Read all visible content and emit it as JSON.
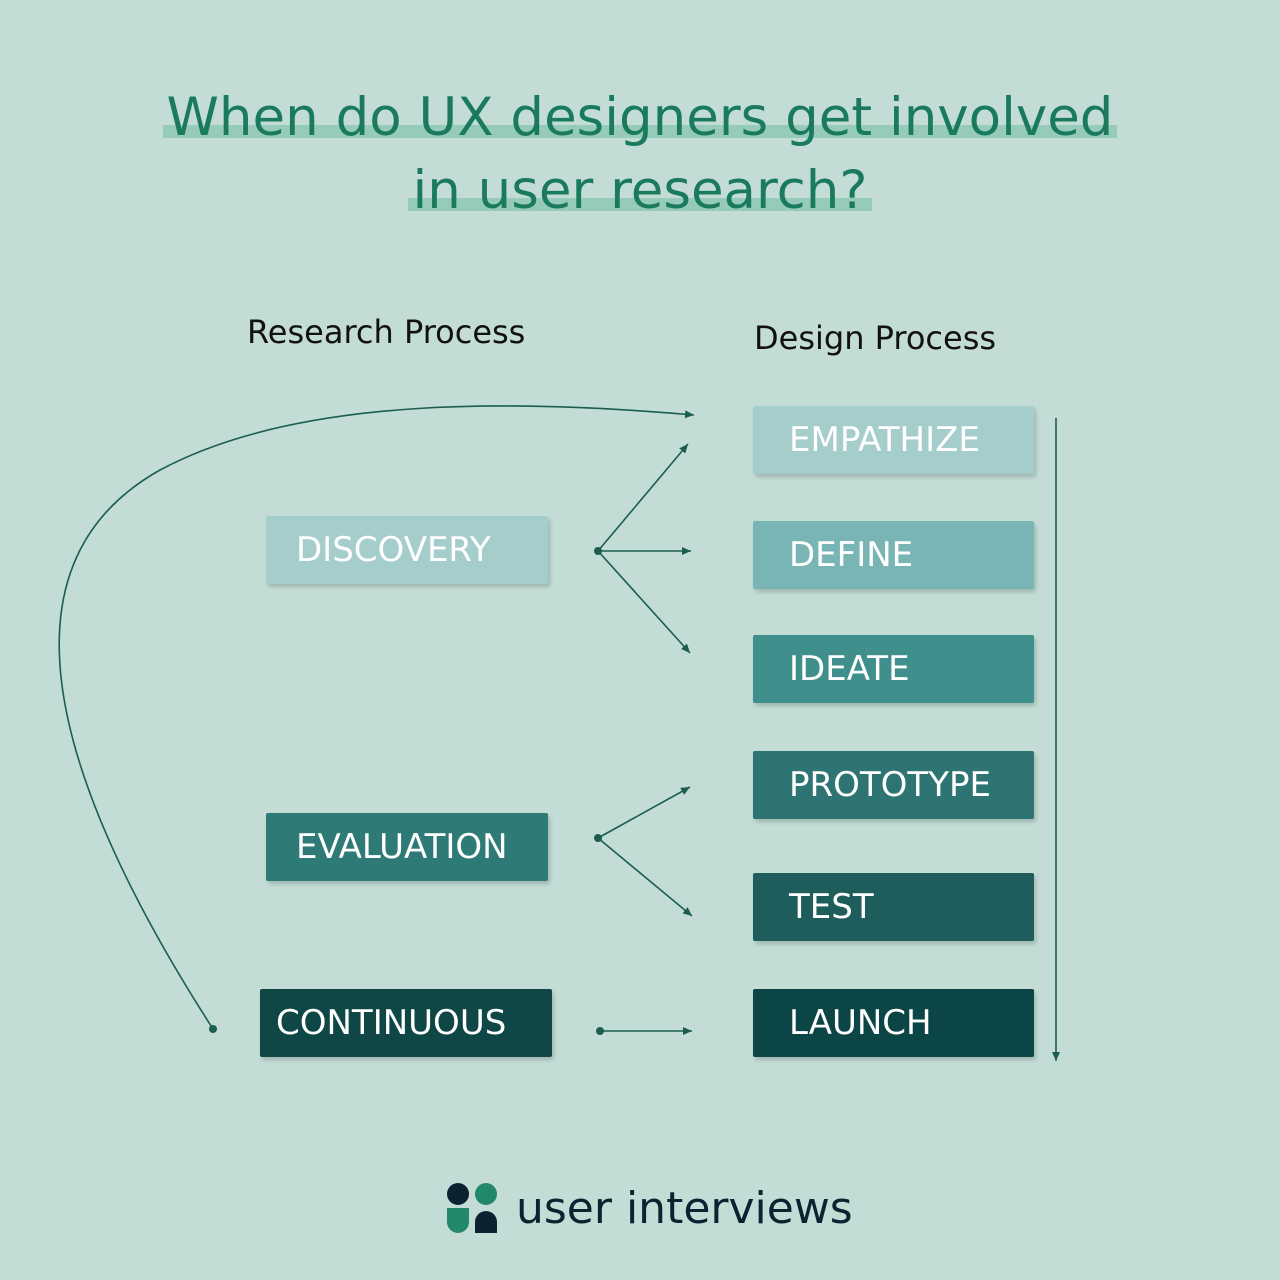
{
  "title": {
    "line1": "When do UX designers get involved",
    "line2": "in user research?"
  },
  "research_process": {
    "heading": "Research Process",
    "stages": [
      {
        "label": "DISCOVERY",
        "bg": "#a5cdcc",
        "fg": "#ffffff"
      },
      {
        "label": "EVALUATION",
        "bg": "#2e7a76",
        "fg": "#ffffff"
      },
      {
        "label": "CONTINUOUS",
        "bg": "#0f4646",
        "fg": "#ffffff"
      }
    ]
  },
  "design_process": {
    "heading": "Design Process",
    "stages": [
      {
        "label": "EMPATHIZE",
        "bg": "#a5cdcc",
        "fg": "#ffffff"
      },
      {
        "label": "DEFINE",
        "bg": "#7ab5b5",
        "fg": "#ffffff"
      },
      {
        "label": "IDEATE",
        "bg": "#3f8f8d",
        "fg": "#ffffff"
      },
      {
        "label": "PROTOTYPE",
        "bg": "#2e7472",
        "fg": "#ffffff"
      },
      {
        "label": "TEST",
        "bg": "#1e5d5b",
        "fg": "#ffffff"
      },
      {
        "label": "LAUNCH",
        "bg": "#0c4545",
        "fg": "#ffffff"
      }
    ]
  },
  "brand": {
    "name": "user interviews"
  },
  "colors": {
    "background": "#c3ddd6",
    "title": "#1a7a5e",
    "title_highlight": "#97cbb9",
    "arrow": "#1b5e4c",
    "logo_dark": "#0c2231",
    "logo_green": "#23876a"
  }
}
